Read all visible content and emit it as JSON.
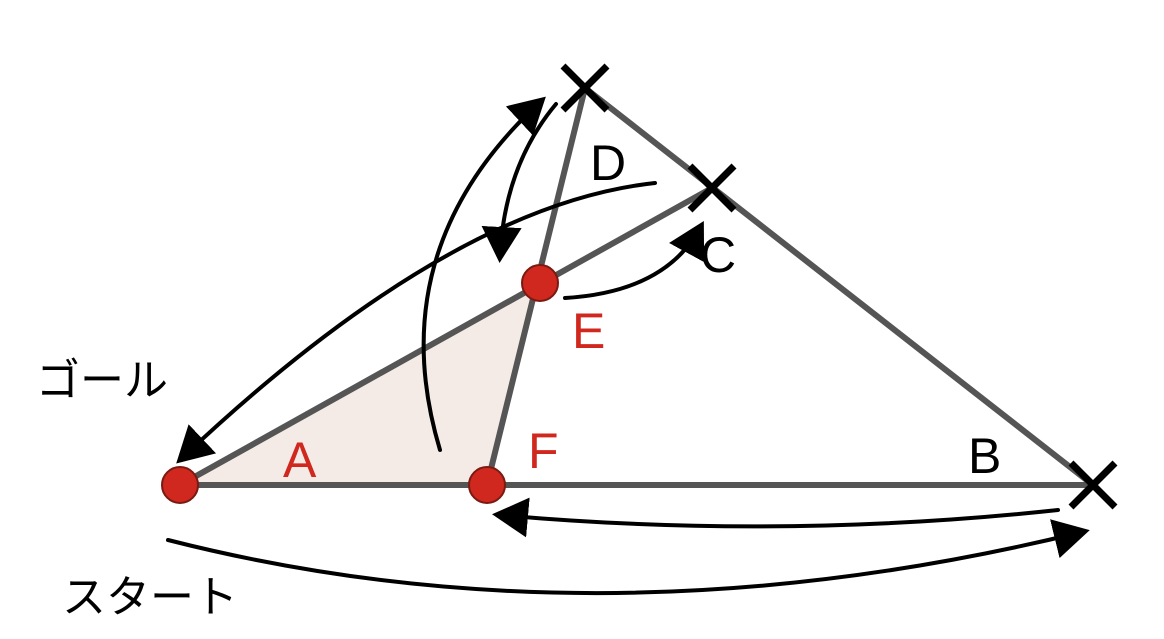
{
  "labels": {
    "A": "A",
    "B": "B",
    "C": "C",
    "D": "D",
    "E": "E",
    "F": "F",
    "start": "スタート",
    "goal": "ゴール"
  },
  "colors": {
    "line": "#555555",
    "point": "#d0281e",
    "red_label": "#d0281e",
    "shade": "#f4ebe7",
    "arrow": "#000000"
  }
}
